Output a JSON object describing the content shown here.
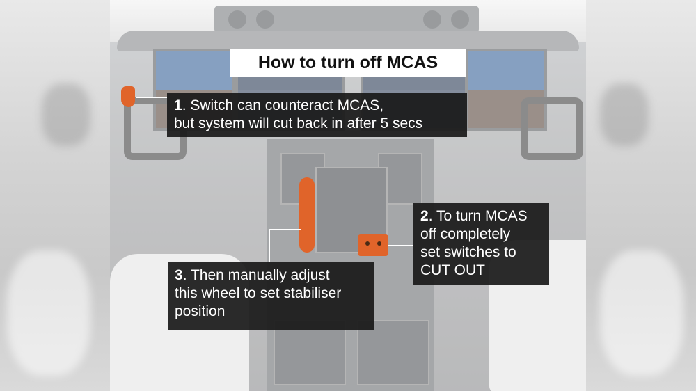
{
  "title": "How to turn off MCAS",
  "callouts": [
    {
      "number": "1",
      "lines": [
        ". Switch can counteract MCAS,",
        "but system will cut back in after 5 secs"
      ]
    },
    {
      "number": "2",
      "lines": [
        ". To turn MCAS",
        "off completely",
        "set switches to",
        "CUT OUT"
      ]
    },
    {
      "number": "3",
      "lines": [
        ". Then manually adjust",
        "this wheel to set stabiliser",
        "position"
      ]
    }
  ],
  "colors": {
    "highlight": "#e0642a",
    "callout_bg": "#191919",
    "title_bg": "#ffffff"
  }
}
